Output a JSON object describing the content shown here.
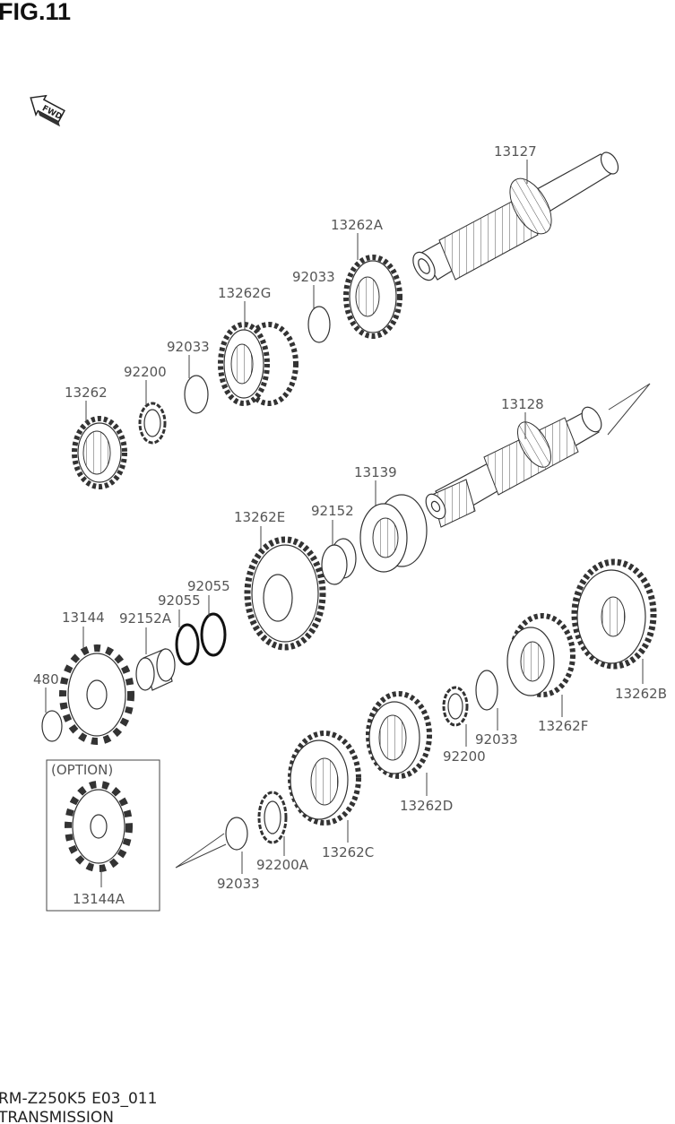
{
  "figure": {
    "title": "FIG.11",
    "fwd_label": "FWD"
  },
  "labels": {
    "p13127": "13127",
    "p13262A": "13262A",
    "p92033a": "92033",
    "p13262G": "13262G",
    "p92033b": "92033",
    "p92200a": "92200",
    "p13262": "13262",
    "p13128": "13128",
    "p13139": "13139",
    "p92152": "92152",
    "p13262E": "13262E",
    "p92055a": "92055",
    "p92055b": "92055",
    "p13144": "13144",
    "p92152A": "92152A",
    "p480": "480",
    "option": "(OPTION)",
    "p13144A": "13144A",
    "p13262B": "13262B",
    "p13262F": "13262F",
    "p92033c": "92033",
    "p92200b": "92200",
    "p13262D": "13262D",
    "p13262C": "13262C",
    "p92200A": "92200A",
    "p92033d": "92033"
  },
  "footer": {
    "model": "RM-Z250K5 E03_011",
    "section": "TRANSMISSION"
  }
}
